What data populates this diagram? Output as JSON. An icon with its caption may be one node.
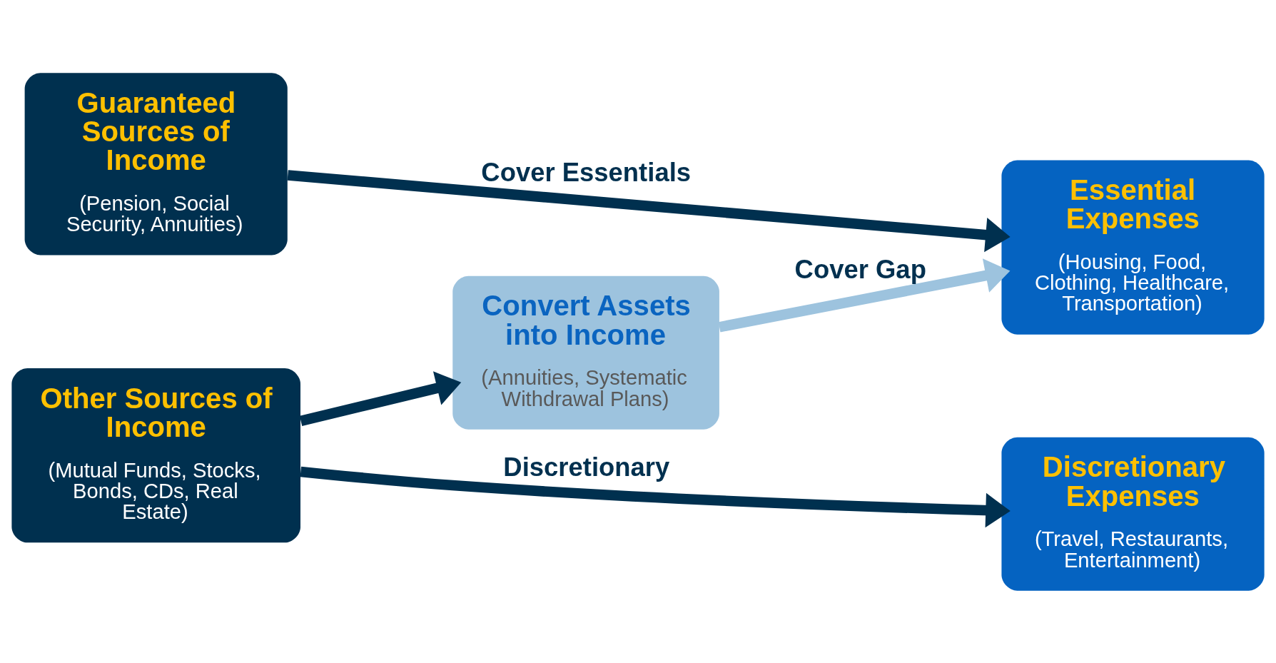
{
  "diagram": {
    "nodes": [
      {
        "text": [
          "Guaranteed Sources of Income",
          "(Pension, Social Security, Annuities)"
        ]
      },
      {
        "text": [
          "Convert Assets into Income",
          "(Annuities, Systematic Withdrawal Plans)"
        ]
      },
      {
        "text": [
          "Other Sources of Income",
          "(Mutual Funds, Stocks, Bonds, CDs, Real Estate)"
        ]
      },
      {
        "text": [
          "Essential Expenses",
          "(Housing, Food, Clothing, Healthcare, Transportation)"
        ]
      },
      {
        "text": [
          "Discretionary Expenses",
          "(Travel, Restaurants, Entertainment)"
        ]
      }
    ],
    "edges": [
      {
        "from": 0,
        "to": 3,
        "arrow": "to",
        "label": "Cover Essentials"
      },
      {
        "from": 2,
        "to": 1,
        "arrow": "to"
      },
      {
        "from": 1,
        "to": 3,
        "arrow": "to",
        "label": "Cover Gap",
        "color": "#9dc3de"
      },
      {
        "from": 2,
        "to": 4,
        "arrow": "to",
        "label": "Discretionary"
      }
    ]
  }
}
